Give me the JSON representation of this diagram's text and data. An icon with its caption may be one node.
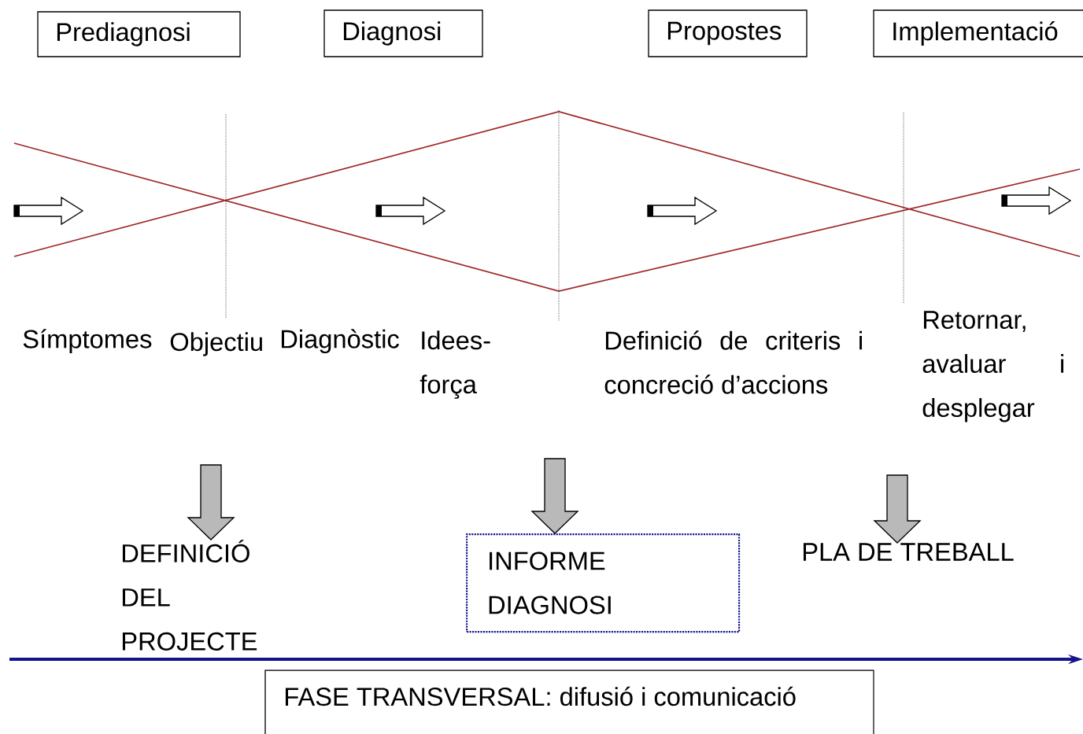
{
  "diagram": {
    "nodes": [
      {
        "text": [
          "Prediagnosi"
        ]
      },
      {
        "text": [
          "Diagnosi"
        ]
      },
      {
        "text": [
          "Propostes"
        ]
      },
      {
        "text": [
          "Implementació"
        ]
      },
      {
        "text": [
          "DEFINICIÓ DEL PROJECTE"
        ]
      },
      {
        "text": [
          "INFORME DIAGNOSI"
        ]
      },
      {
        "text": [
          "PLA DE TREBALL"
        ]
      },
      {
        "text": [
          "FASE TRANSVERSAL: difusió i comunicació"
        ]
      }
    ],
    "edges": [
      {
        "from": null,
        "to": 4,
        "arrow": "to"
      },
      {
        "from": null,
        "to": 5,
        "arrow": "to"
      },
      {
        "from": null,
        "to": 6,
        "arrow": "to"
      }
    ],
    "labels": [
      "Símptomes",
      "Objectiu",
      "Diagnòstic",
      "Idees-força",
      "Definició de criteris i concreció d’accions",
      "Retornar, avaluar i desplegar"
    ]
  }
}
